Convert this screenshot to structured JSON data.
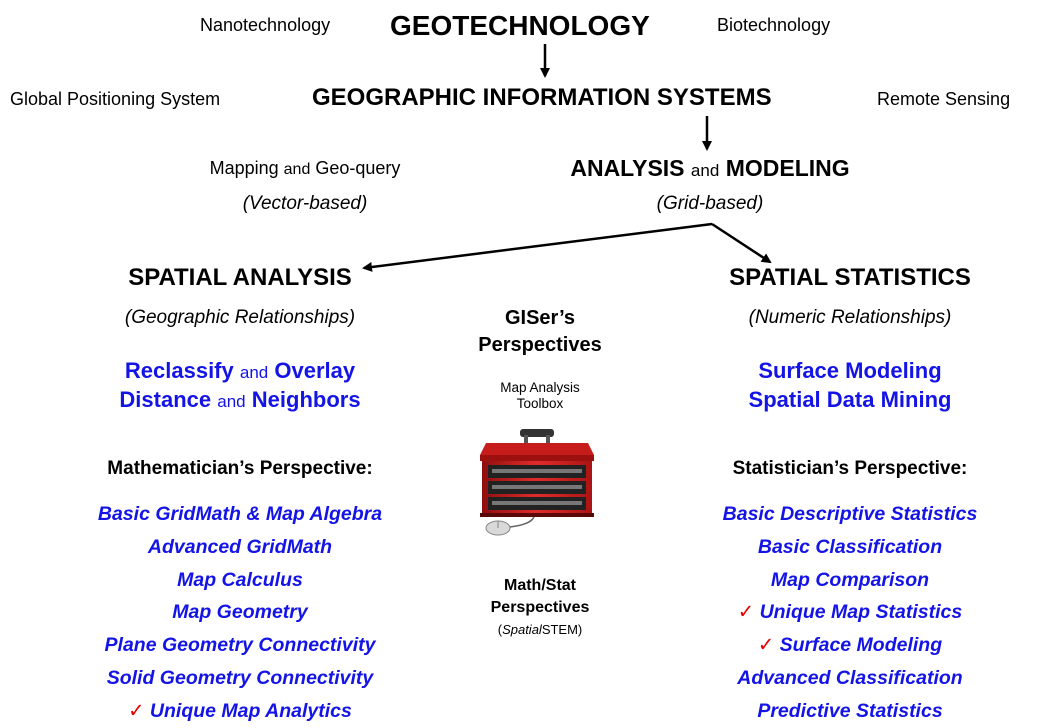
{
  "top": {
    "left": "Nanotechnology",
    "title": "GEOTECHNOLOGY",
    "right": "Biotechnology"
  },
  "gis": {
    "left": "Global Positioning System",
    "title": "GEOGRAPHIC INFORMATION SYSTEMS",
    "right": "Remote Sensing"
  },
  "mapping": {
    "part1": "Mapping",
    "and": "and",
    "part2": "Geo-query",
    "sub": "(Vector-based)"
  },
  "analysis": {
    "part1": "ANALYSIS",
    "and": "and",
    "part2": "MODELING",
    "sub": "(Grid-based)"
  },
  "spatial_analysis": {
    "title": "SPATIAL ANALYSIS",
    "sub": "(Geographic Relationships)",
    "ops1a": "Reclassify",
    "ops1and": "and",
    "ops1b": "Overlay",
    "ops2a": "Distance",
    "ops2and": "and",
    "ops2b": "Neighbors",
    "perspective": "Mathematician’s Perspective:",
    "items": [
      "Basic GridMath & Map Algebra",
      "Advanced GridMath",
      "Map Calculus",
      "Map Geometry",
      "Plane Geometry Connectivity",
      "Solid Geometry Connectivity",
      "Unique Map Analytics"
    ]
  },
  "spatial_statistics": {
    "title": "SPATIAL STATISTICS",
    "sub": "(Numeric Relationships)",
    "ops1": "Surface Modeling",
    "ops2": "Spatial Data Mining",
    "perspective": "Statistician’s Perspective:",
    "items": [
      "Basic Descriptive Statistics",
      "Basic Classification",
      "Map Comparison",
      "Unique Map Statistics",
      "Surface Modeling",
      "Advanced Classification",
      "Predictive Statistics"
    ]
  },
  "center": {
    "heading_line1": "GISer’s",
    "heading_line2": "Perspectives",
    "toolbox_line1": "Map Analysis",
    "toolbox_line2": "Toolbox",
    "math_line1": "Math/Stat",
    "math_line2": "Perspectives",
    "stem_open": "(",
    "stem_italic": "Spatial",
    "stem_rest": "STEM)"
  },
  "check_mark": "✓",
  "colors": {
    "accent_blue": "#1414e6",
    "check_red": "#e60000",
    "toolbox_red": "#d42020"
  }
}
